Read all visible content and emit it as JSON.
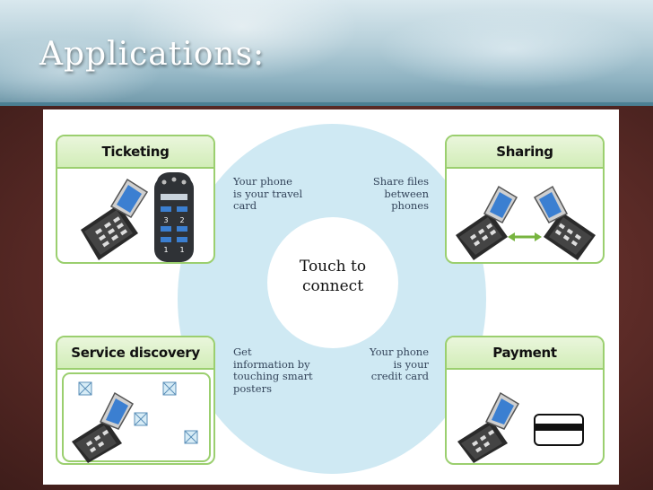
{
  "slide": {
    "title": "Applications:"
  },
  "figure": {
    "center_label": [
      "Touch to",
      "connect"
    ],
    "cards": {
      "ticketing": {
        "title": "Ticketing",
        "reader_keys": [
          "3",
          "2",
          "1",
          "1"
        ]
      },
      "sharing": {
        "title": "Sharing"
      },
      "service_discovery": {
        "title": "Service discovery"
      },
      "payment": {
        "title": "Payment"
      }
    },
    "descriptions": {
      "ticketing": [
        "Your phone",
        "is your travel",
        "card"
      ],
      "sharing": [
        "Share files",
        "between",
        "phones"
      ],
      "service_discovery": [
        "Get",
        "information by",
        "touching smart",
        "posters"
      ],
      "payment": [
        "Your phone",
        "is your",
        "credit card"
      ]
    }
  },
  "colors": {
    "card_border": "#9bcf6f",
    "circle": "#cfe9f3",
    "phone_screen": "#3b7fd1",
    "arrow": "#77b43f"
  }
}
